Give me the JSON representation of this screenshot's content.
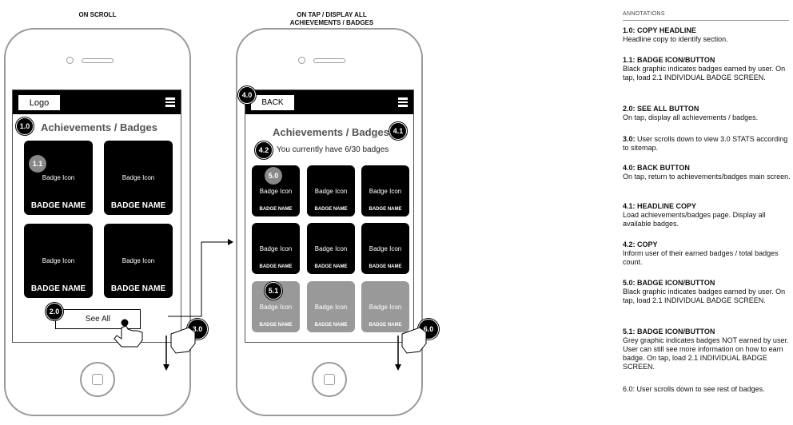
{
  "phone1": {
    "label": "ON SCROLL",
    "logo": "Logo",
    "marker_headline": "1.0",
    "headline": "Achievements / Badges",
    "marker_badge": "1.1",
    "badges": [
      {
        "icon": "Badge Icon",
        "name": "BADGE NAME",
        "earned": true
      },
      {
        "icon": "Badge Icon",
        "name": "BADGE NAME",
        "earned": true
      },
      {
        "icon": "Badge Icon",
        "name": "BADGE NAME",
        "earned": true
      },
      {
        "icon": "Badge Icon",
        "name": "BADGE NAME",
        "earned": true
      }
    ],
    "marker_see_all": "2.0",
    "see_all": "See All",
    "marker_scroll": "3.0"
  },
  "phone2": {
    "label_line1": "ON TAP / DISPLAY ALL",
    "label_line2": "ACHIEVEMENTS / BADGES",
    "marker_back": "4.0",
    "back": "BACK",
    "headline": "Achievements / Badges",
    "marker_headline": "4.1",
    "marker_copy": "4.2",
    "copy": "You currently have 6/30 badges",
    "marker_earned": "5.0",
    "marker_unearned": "5.1",
    "badges": [
      {
        "icon": "Badge Icon",
        "name": "BADGE NAME",
        "earned": true
      },
      {
        "icon": "Badge Icon",
        "name": "BADGE NAME",
        "earned": true
      },
      {
        "icon": "Badge Icon",
        "name": "BADGE NAME",
        "earned": true
      },
      {
        "icon": "Badge Icon",
        "name": "BADGE NAME",
        "earned": true
      },
      {
        "icon": "Badge Icon",
        "name": "BADGE NAME",
        "earned": true
      },
      {
        "icon": "Badge Icon",
        "name": "BADGE NAME",
        "earned": true
      },
      {
        "icon": "Badge Icon",
        "name": "BADGE NAME",
        "earned": false
      },
      {
        "icon": "Badge Icon",
        "name": "BADGE NAME",
        "earned": false
      },
      {
        "icon": "Badge Icon",
        "name": "BADGE NAME",
        "earned": false
      }
    ],
    "marker_scroll": "6.0"
  },
  "annotations": {
    "title": "ANNOTATIONS",
    "items": [
      {
        "title": "1.0: COPY HEADLINE",
        "body": "Headline copy to identify section."
      },
      {
        "title": "1.1: BADGE ICON/BUTTON",
        "body": "Black graphic indicates badges earned by user. On tap, load 2.1 INDIVIDUAL BADGE SCREEN."
      },
      {
        "title": "2.0: SEE ALL BUTTON",
        "body": "On tap, display all achievements / badges."
      },
      {
        "title": "3.0:",
        "body": "User scrolls down to view 3.0 STATS according to sitemap."
      },
      {
        "title": "4.0: BACK BUTTON",
        "body": "On tap, return to achievements/badges main screen."
      },
      {
        "title": "4.1: HEADLINE COPY",
        "body": "Load achievements/badges page. Display all available badges."
      },
      {
        "title": "4.2:  COPY",
        "body": "Inform user of their earned badges / total badges count."
      },
      {
        "title": "5.0: BADGE ICON/BUTTON",
        "body": "Black graphic indicates badges earned by user. On tap, load 2.1 INDIVIDUAL BADGE SCREEN."
      },
      {
        "title": "5.1: BADGE ICON/BUTTON",
        "body": "Grey graphic indicates badges NOT earned by user. User can still see more information on how to earn badge. On tap, load 2.1 INDIVIDUAL BADGE SCREEN."
      },
      {
        "title": "",
        "body": "6.0: User scrolls down to see rest of badges."
      }
    ]
  }
}
